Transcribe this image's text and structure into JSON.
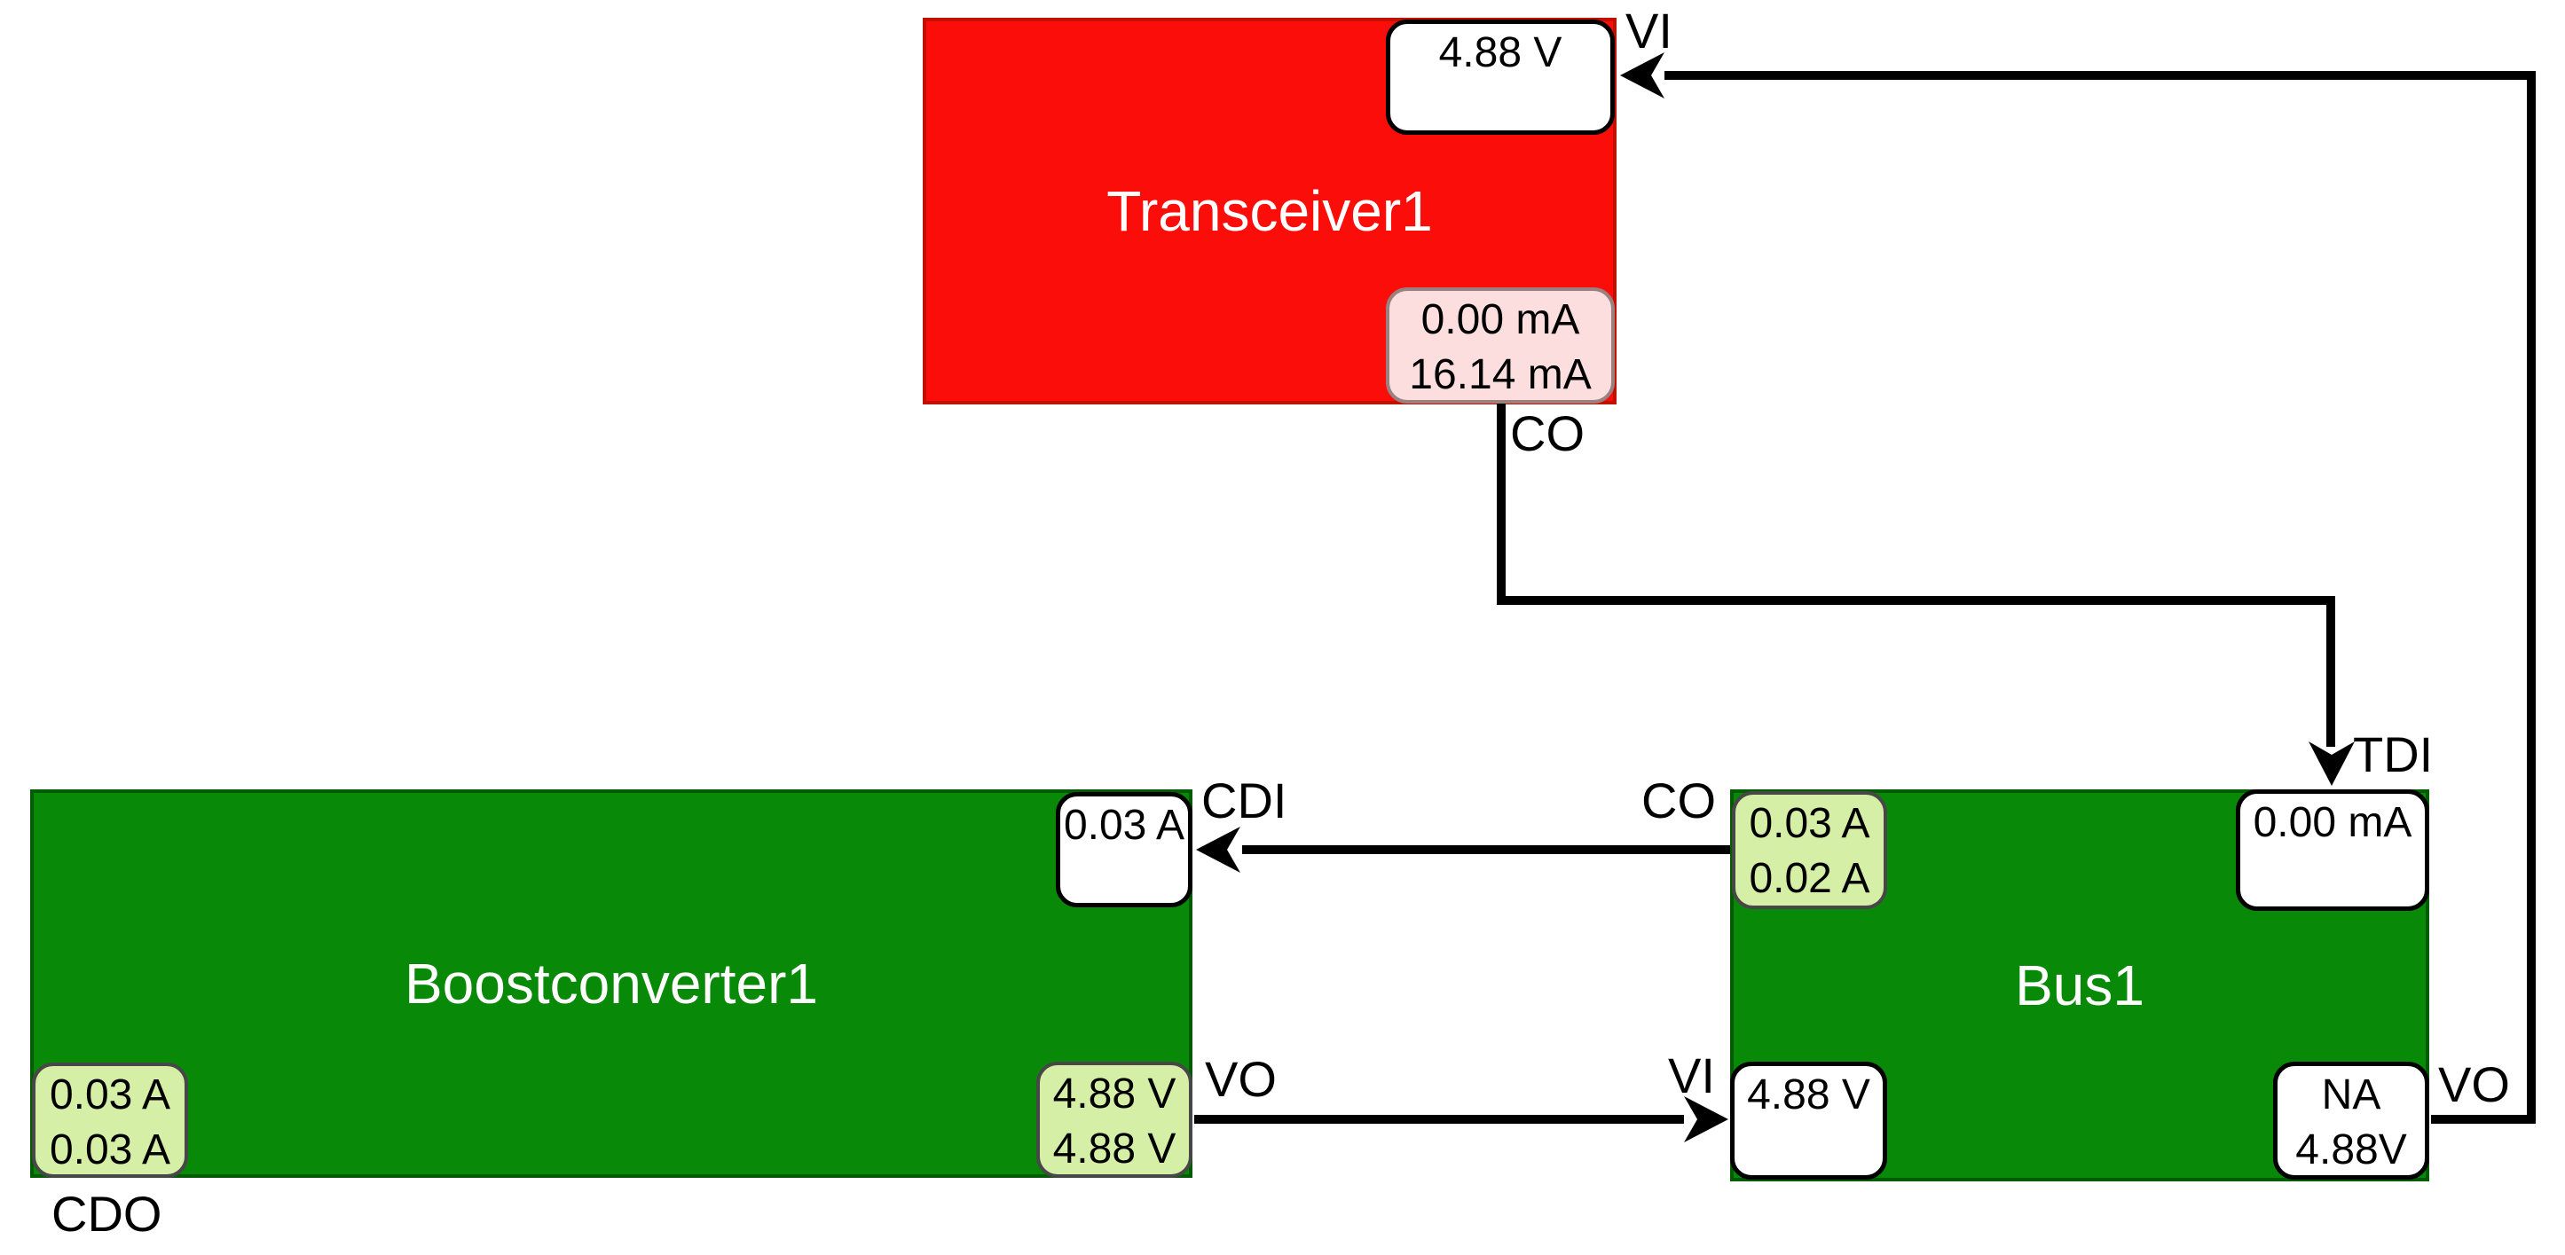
{
  "diagram": {
    "kind": "power-net block diagram",
    "background": "#FFFFFF"
  },
  "colors": {
    "error_block_fill": "#FB0D0A",
    "error_block_border": "#C11000",
    "ok_block_fill": "#088A08",
    "ok_block_border": "#015C01",
    "port_white_fill": "#FFFFFF",
    "port_lightgreen_fill": "#D6EFA6",
    "port_pink_fill": "#FBDEDD",
    "wire_color": "#000000",
    "title_text_color": "#FFFFFF"
  },
  "blocks": {
    "transceiver1": {
      "title": "Transceiver1",
      "status_color": "#FB0D0A"
    },
    "boostconverter1": {
      "title": "Boostconverter1",
      "status_color": "#088A08"
    },
    "bus1": {
      "title": "Bus1",
      "status_color": "#088A08"
    }
  },
  "ports": {
    "transceiver_vi": {
      "label": "VI",
      "values": [
        "4.88 V"
      ]
    },
    "transceiver_co": {
      "label": "CO",
      "values": [
        "0.00 mA",
        "16.14 mA"
      ]
    },
    "boost_cdi": {
      "label": "CDI",
      "values": [
        "0.03 A"
      ]
    },
    "boost_cdo": {
      "label": "CDO",
      "values": [
        "0.03 A",
        "0.03 A"
      ]
    },
    "boost_vo": {
      "label": "VO",
      "values": [
        "4.88 V",
        "4.88 V"
      ]
    },
    "bus_co": {
      "label": "CO",
      "values": [
        "0.03 A",
        "0.02 A"
      ]
    },
    "bus_tdi": {
      "label": "TDI",
      "values": [
        "0.00 mA"
      ]
    },
    "bus_vi": {
      "label": "VI",
      "values": [
        "4.88 V"
      ]
    },
    "bus_vo": {
      "label": "VO",
      "values": [
        "NA",
        "4.88V"
      ]
    }
  }
}
